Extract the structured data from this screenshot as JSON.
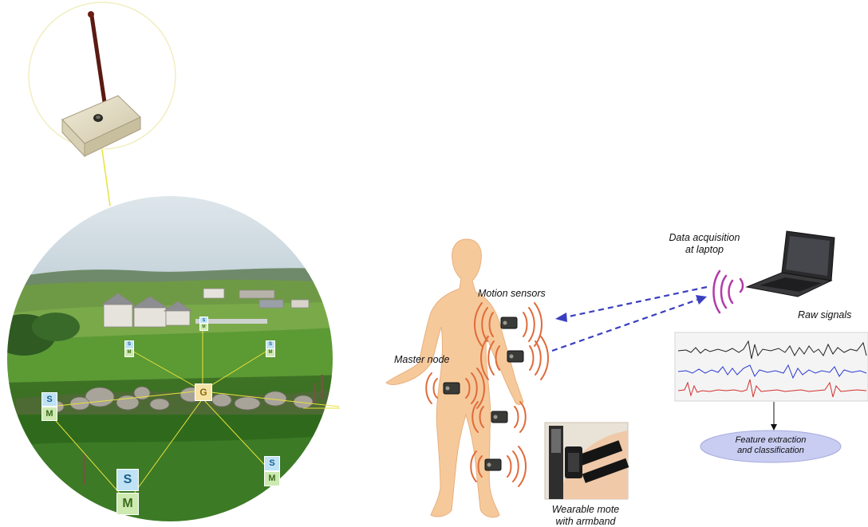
{
  "wsn": {
    "node_labels": {
      "s": "S",
      "m": "M",
      "g": "G"
    }
  },
  "wearable": {
    "labels": {
      "data_acquisition_line1": "Data acquisition",
      "data_acquisition_line2": "at laptop",
      "motion_sensors": "Motion sensors",
      "raw_signals": "Raw signals",
      "master_node": "Master node",
      "feature_line1": "Feature extraction",
      "feature_line2": "and classification",
      "mote_line1": "Wearable mote",
      "mote_line2": "with armband"
    }
  },
  "colors": {
    "link": "#e8e23a",
    "wireless_arrow": "#3a3fc0",
    "radio_waves": "#e06a3a",
    "laptop_waves": "#b33aa8",
    "feature_ellipse": "#c9cdf2",
    "body": "#f6c99b"
  }
}
